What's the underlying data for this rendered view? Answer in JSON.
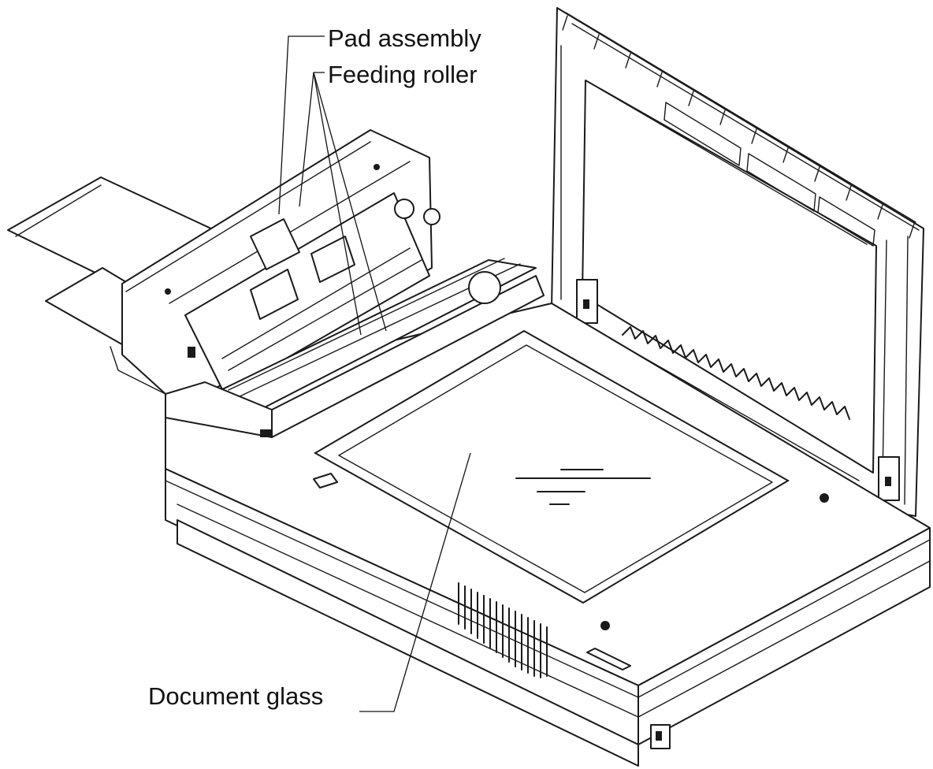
{
  "labels": {
    "pad_assembly": "Pad assembly",
    "feeding_roller": "Feeding roller",
    "document_glass": "Document glass"
  },
  "colors": {
    "line": "#1a1a1a",
    "background": "#ffffff"
  }
}
